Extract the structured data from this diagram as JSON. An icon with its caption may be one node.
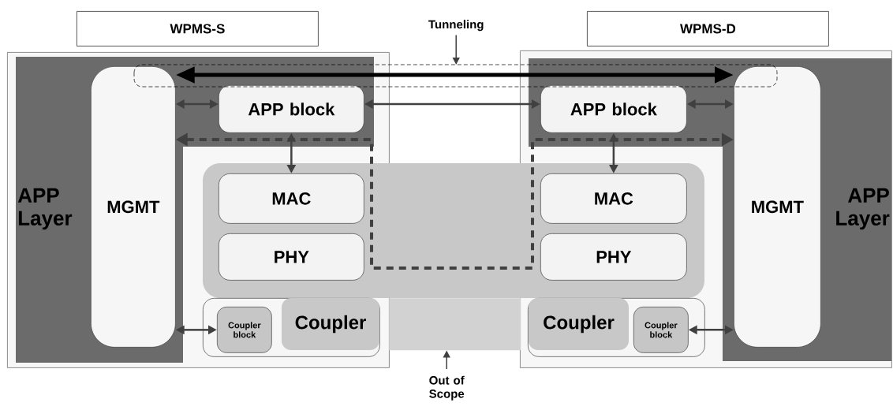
{
  "diagram": {
    "nodes": [
      {
        "text": [
          "WPMS-S"
        ]
      },
      {
        "text": [
          "Tunneling"
        ]
      },
      {
        "text": [
          "WPMS-D"
        ]
      },
      {
        "text": [],
        "shape": "box"
      },
      {
        "text": [
          "APP Layer"
        ],
        "in": 3
      },
      {
        "text": [
          "MGMT"
        ],
        "in": 4
      },
      {
        "text": [
          "APP block"
        ],
        "in": 4
      },
      {
        "text": [],
        "shape": "box"
      },
      {
        "text": [
          "APP Layer"
        ],
        "in": 7
      },
      {
        "text": [
          "APP block"
        ],
        "in": 8
      },
      {
        "text": [
          "MGMT"
        ],
        "in": 8
      },
      {
        "text": [
          "MAC"
        ],
        "in": 3
      },
      {
        "text": [
          "PHY"
        ],
        "in": 3
      },
      {
        "text": [
          "MAC"
        ],
        "in": 7
      },
      {
        "text": [
          "PHY"
        ],
        "in": 7
      },
      {
        "text": [
          "Coupler"
        ],
        "in": 3
      },
      {
        "text": [
          "Coupler block"
        ],
        "in": 15
      },
      {
        "text": [],
        "shape": "box"
      },
      {
        "text": [
          "Coupler"
        ],
        "in": 7
      },
      {
        "text": [
          "Coupler block"
        ],
        "in": 18
      },
      {
        "text": [
          "Out of Scope"
        ]
      }
    ],
    "edges": [
      {
        "from": 5,
        "to": 10,
        "arrow": "both",
        "style": "thick",
        "color": "#000000"
      },
      {
        "from": 6,
        "to": 9,
        "arrow": "both"
      },
      {
        "from": 5,
        "to": 6,
        "arrow": "both"
      },
      {
        "from": 9,
        "to": 10,
        "arrow": "both"
      },
      {
        "from": 6,
        "to": 11,
        "arrow": "both"
      },
      {
        "from": 9,
        "to": 13,
        "arrow": "both"
      },
      {
        "from": 16,
        "to": 5,
        "arrow": "both"
      },
      {
        "from": 19,
        "to": 10,
        "arrow": "both"
      },
      {
        "from": 5,
        "to": 10,
        "arrow": "both",
        "style": "dashed"
      },
      {
        "from": 1,
        "to": null,
        "arrow": "to"
      },
      {
        "from": 20,
        "to": 17,
        "arrow": "to"
      }
    ]
  }
}
